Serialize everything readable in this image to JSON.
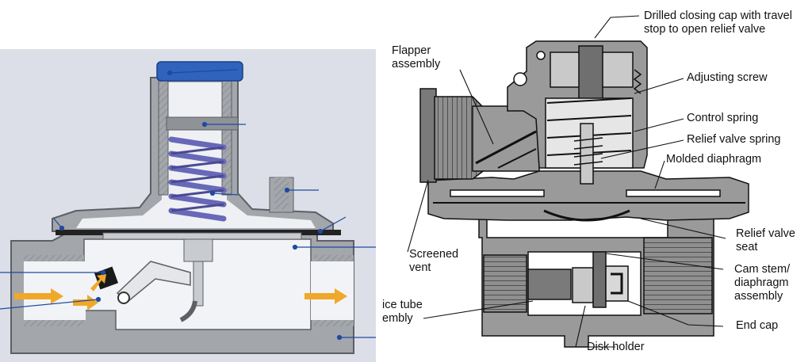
{
  "colors": {
    "left_panel_bg": "#dcdfe8",
    "left_body": "#a3a6ab",
    "left_body_dark": "#6b6e73",
    "cap_blue": "#2f63bd",
    "spring_blue": "#6868b8",
    "leader_blue": "#1e4aa0",
    "flow_arrow": "#f0a82a",
    "right_body": "#9a9a9a",
    "right_light": "#c9c9c9",
    "right_dark": "#555555",
    "line": "#111111"
  },
  "labels": {
    "drilled_cap": [
      "Drilled closing cap with travel",
      "stop to open relief valve"
    ],
    "flapper": [
      "Flapper",
      "assembly"
    ],
    "adjusting_screw": "Adjusting screw",
    "control_spring": "Control spring",
    "relief_spring": "Relief  valve spring",
    "molded_diaphragm": "Molded diaphragm",
    "relief_seat": [
      "Relief valve",
      "seat"
    ],
    "screened_vent": [
      "Screened",
      "vent"
    ],
    "cam_stem": [
      "Cam stem/",
      "diaphragm",
      "assembly"
    ],
    "orifice_tube": [
      "ice tube",
      "embly"
    ],
    "end_cap": "End cap",
    "disk_holder": "Disk holder"
  }
}
